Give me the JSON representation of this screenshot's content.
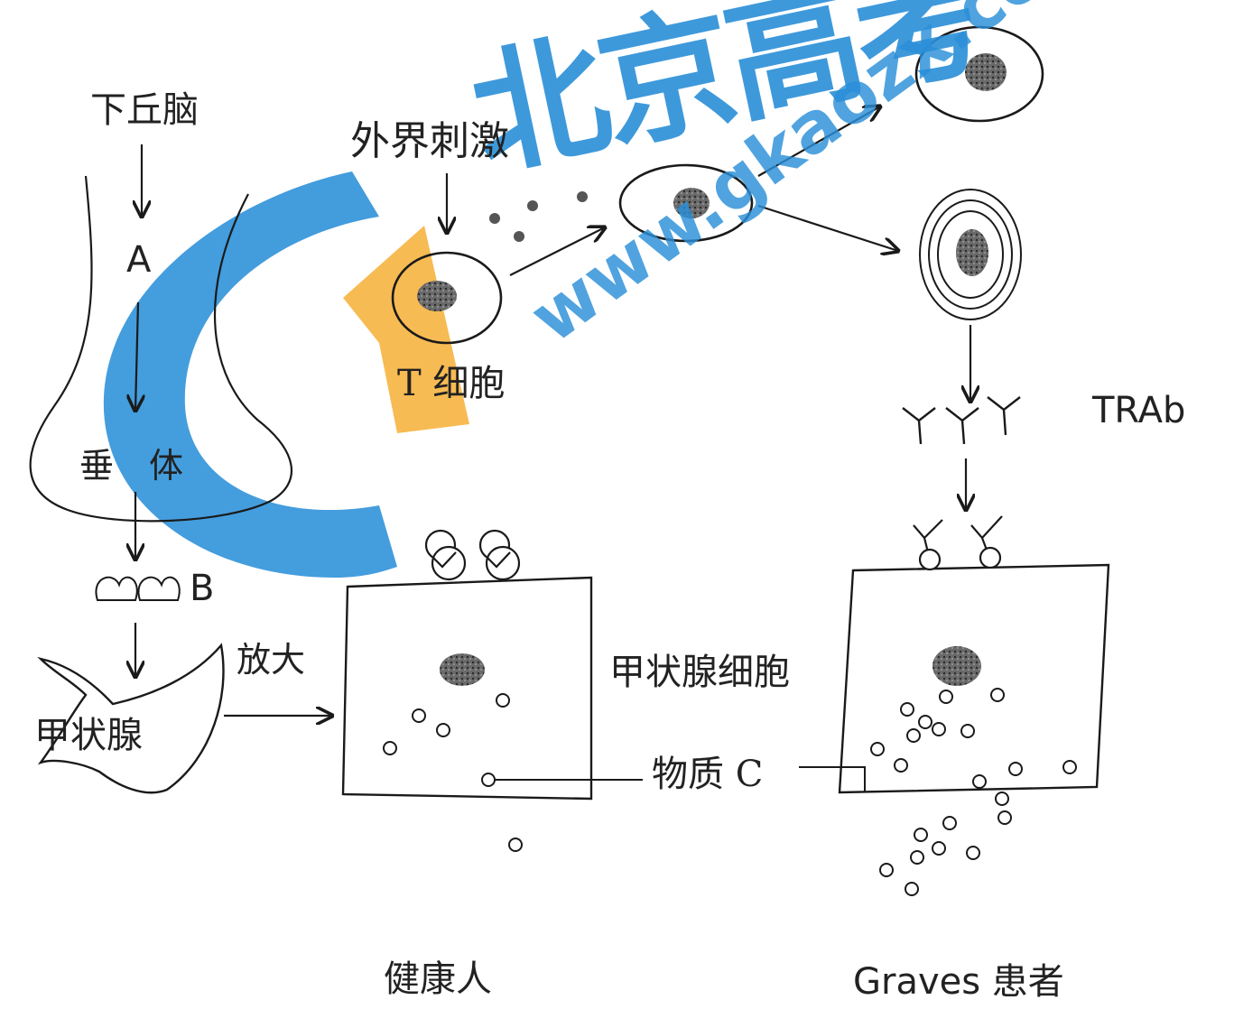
{
  "watermark": {
    "brand_text": "北京高考",
    "url_text": "www.gkaozx.com",
    "colors": {
      "blue": "#2a8fd8",
      "orange": "#f7b23c"
    }
  },
  "labels": {
    "hypothalamus": "下丘脑",
    "A": "A",
    "pituitary_1": "垂",
    "pituitary_2": "体",
    "B": "B",
    "thyroid": "甲状腺",
    "magnify": "放大",
    "stimulus": "外界刺激",
    "t_cell": "T 细胞",
    "trab": "TRAb",
    "thyroid_cell": "甲状腺细胞",
    "substance_c": "物质 C",
    "healthy": "健康人",
    "graves": "Graves 患者"
  },
  "colors": {
    "ink": "#1a1a1a",
    "nucleus": "#4a4a4a",
    "background": "#ffffff"
  }
}
